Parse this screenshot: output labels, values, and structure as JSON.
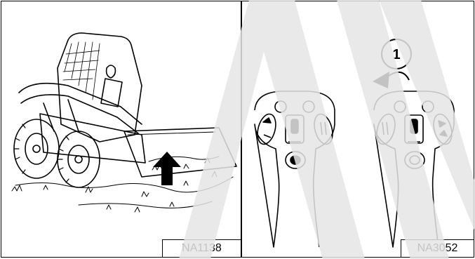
{
  "left_panel": {
    "figure_code": "NA1138",
    "icon": "skid-steer-loader-illustration"
  },
  "right_panel": {
    "figure_code": "NA3052",
    "callout_number": "1",
    "icon": "joystick-controls-illustration"
  },
  "watermark": {
    "letters": "AN"
  },
  "colors": {
    "line": "#000000",
    "background": "#ffffff",
    "watermark": "#e6e6e6"
  }
}
